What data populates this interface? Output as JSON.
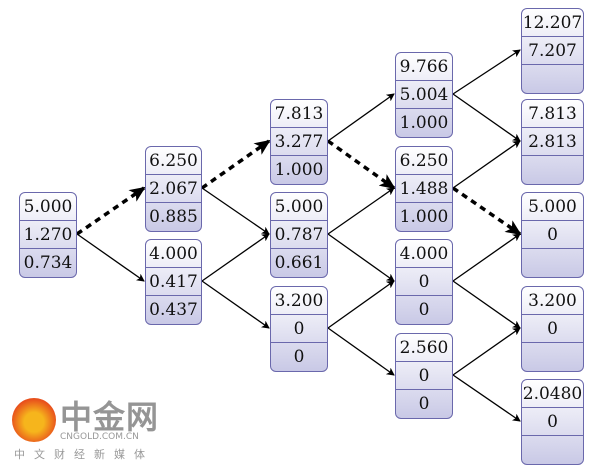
{
  "nodes": [
    {
      "id": "n0",
      "values": [
        "5.000",
        "1.270",
        "0.734"
      ]
    },
    {
      "id": "n1u",
      "values": [
        "6.250",
        "2.067",
        "0.885"
      ]
    },
    {
      "id": "n1d",
      "values": [
        "4.000",
        "0.417",
        "0.437"
      ]
    },
    {
      "id": "n2uu",
      "values": [
        "7.813",
        "3.277",
        "1.000"
      ]
    },
    {
      "id": "n2ud",
      "values": [
        "5.000",
        "0.787",
        "0.661"
      ]
    },
    {
      "id": "n2dd",
      "values": [
        "3.200",
        "0",
        "0"
      ]
    },
    {
      "id": "n3a",
      "values": [
        "9.766",
        "5.004",
        "1.000"
      ]
    },
    {
      "id": "n3b",
      "values": [
        "6.250",
        "1.488",
        "1.000"
      ]
    },
    {
      "id": "n3c",
      "values": [
        "4.000",
        "0",
        "0"
      ]
    },
    {
      "id": "n3d",
      "values": [
        "2.560",
        "0",
        "0"
      ]
    },
    {
      "id": "n4a",
      "values": [
        "12.207",
        "7.207",
        ""
      ]
    },
    {
      "id": "n4b",
      "values": [
        "7.813",
        "2.813",
        ""
      ]
    },
    {
      "id": "n4c",
      "values": [
        "5.000",
        "0",
        ""
      ]
    },
    {
      "id": "n4d",
      "values": [
        "3.200",
        "0",
        ""
      ]
    },
    {
      "id": "n4e",
      "values": [
        "2.0480",
        "0",
        ""
      ]
    }
  ],
  "edges": [
    {
      "from": 0,
      "to": 1,
      "style": "dotted"
    },
    {
      "from": 0,
      "to": 2,
      "style": "solid"
    },
    {
      "from": 1,
      "to": 3,
      "style": "dotted"
    },
    {
      "from": 1,
      "to": 4,
      "style": "solid"
    },
    {
      "from": 2,
      "to": 4,
      "style": "solid"
    },
    {
      "from": 2,
      "to": 5,
      "style": "solid"
    },
    {
      "from": 3,
      "to": 6,
      "style": "solid"
    },
    {
      "from": 3,
      "to": 7,
      "style": "dotted"
    },
    {
      "from": 4,
      "to": 7,
      "style": "solid"
    },
    {
      "from": 4,
      "to": 8,
      "style": "solid"
    },
    {
      "from": 5,
      "to": 8,
      "style": "solid"
    },
    {
      "from": 5,
      "to": 9,
      "style": "solid"
    },
    {
      "from": 6,
      "to": 10,
      "style": "solid"
    },
    {
      "from": 6,
      "to": 11,
      "style": "solid"
    },
    {
      "from": 7,
      "to": 11,
      "style": "solid"
    },
    {
      "from": 7,
      "to": 12,
      "style": "dotted"
    },
    {
      "from": 8,
      "to": 12,
      "style": "solid"
    },
    {
      "from": 8,
      "to": 13,
      "style": "solid"
    },
    {
      "from": 9,
      "to": 13,
      "style": "solid"
    },
    {
      "from": 9,
      "to": 14,
      "style": "solid"
    }
  ],
  "watermark": {
    "brand": "中金网",
    "url": "CNGOLD.COM.CN",
    "tagline": "中文财经新媒体"
  }
}
